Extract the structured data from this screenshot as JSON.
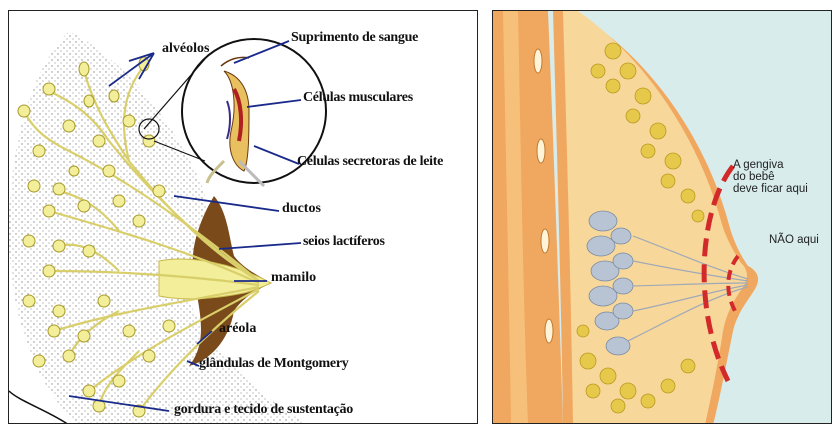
{
  "left_diagram": {
    "labels": {
      "alveolos": "alvéolos",
      "suprimento": "Suprimento de sangue",
      "celulas_musculares": "Células musculares",
      "celulas_secretoras": "Células secretoras de leite",
      "ductos": "ductos",
      "seios": "seios lactíferos",
      "mamilo": "mamilo",
      "areola": "aréola",
      "glandulas": "glândulas de Montgomery",
      "gordura": "gordura e tecido de sustentação"
    },
    "colors": {
      "lobule": "#f2ee9a",
      "duct": "#d9cf6a",
      "areola": "#7a4a1a",
      "stipple": "#8a8a8a"
    }
  },
  "right_diagram": {
    "labels": {
      "gengiva_line1": "A gengiva",
      "gengiva_line2": "do bebê",
      "gengiva_line3": "deve ficar aqui",
      "nao_aqui": "NÃO aqui"
    },
    "colors": {
      "background": "#d8ecec",
      "skin": "#f0a860",
      "fat": "#e6c84a",
      "gland": "#b8c4d4",
      "dashed_arc": "#d22a2a"
    }
  }
}
